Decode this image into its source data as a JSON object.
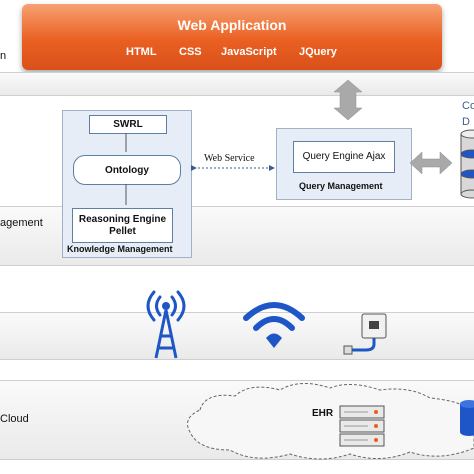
{
  "web_app": {
    "title": "Web Application",
    "technologies": [
      "HTML",
      "CSS",
      "JavaScript",
      "JQuery"
    ],
    "layer_label_fragment": "n"
  },
  "management_layer": {
    "label_fragment": "agement",
    "knowledge": {
      "swrl": "SWRL",
      "ontology": "Ontology",
      "reasoning": "Reasoning Engine Pellet",
      "caption": "Knowledge  Management"
    },
    "web_service": "Web Service",
    "query": {
      "engine": "Query Engine Ajax",
      "caption": "Query Management"
    },
    "database_label_fragments": [
      "Co",
      "D"
    ]
  },
  "network_layer": {
    "icons": [
      "radio-tower-icon",
      "wifi-icon",
      "ethernet-port-icon"
    ]
  },
  "cloud_layer": {
    "label_fragment": "Cloud",
    "ehr": "EHR"
  },
  "colors": {
    "orange": "#e8601f",
    "panel_blue": "#e6edf6",
    "icon_blue": "#1e56c7",
    "arrow_grey": "#a9a9a9"
  }
}
